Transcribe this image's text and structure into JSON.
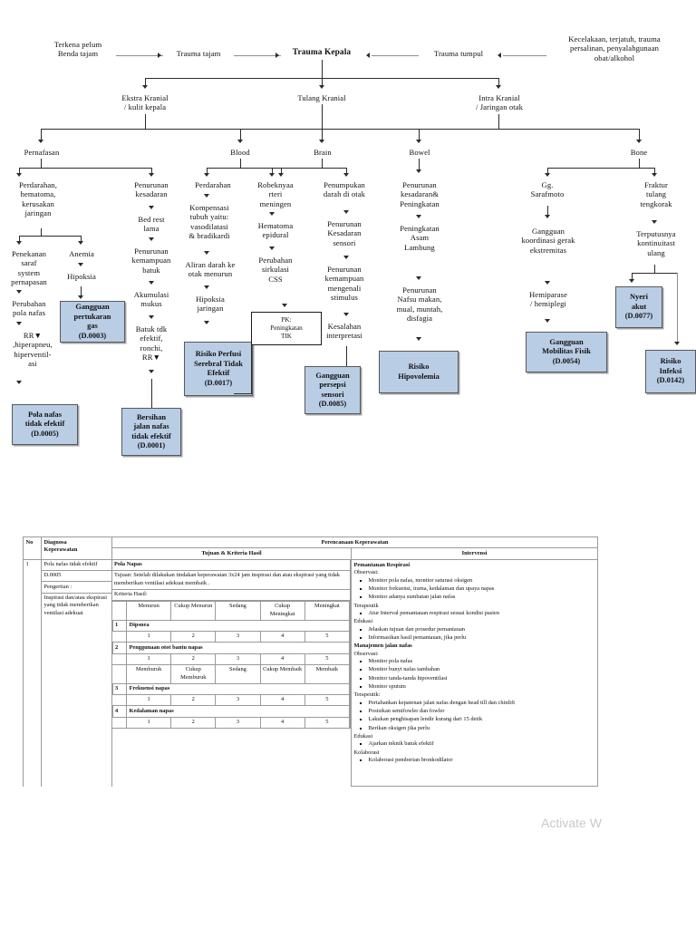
{
  "title": "Pathway Trauma Kepala",
  "flow": {
    "top": {
      "cause_left": "Terkena pelum\nBenda tajam",
      "trauma_tajam": "Trauma tajam",
      "center": "Trauma Kepala",
      "trauma_tumpul": "Trauma tumpul",
      "cause_right": "Kecelakaan, terjatuh, trauma\npersalinan, penyalahgunaan\nobat/alkohol"
    },
    "level2": [
      {
        "label": "Ekstra Kranial\n/ kulit kepala"
      },
      {
        "label": "Tulang Kranial"
      },
      {
        "label": "Intra Kranial\n/ Jaringan otak"
      }
    ],
    "systems": [
      {
        "label": "Pernafasan"
      },
      {
        "label": "Blood"
      },
      {
        "label": "Brain"
      },
      {
        "label": "Bowel"
      },
      {
        "label": "Bone"
      }
    ],
    "chain_pernafasan_a": [
      "Perdarahan,\nhematoma,\nkerusakan\njaringan",
      "Penekanan\nsaraf\nsystem\npernapasan",
      "Perubahan\npola nafas",
      "RR▼\n,hiperapneu,\nhiperventil-\nasi"
    ],
    "chain_pernafasan_b": [
      "Anemia",
      "Hipoksia"
    ],
    "chain_kesadaran": [
      "Penurunan\nkesadaran",
      "Bed rest\nlama",
      "Penurunan\nkemampuan\nbatuk",
      "Akumulasi\nmukus",
      "Batuk tdk\nefektif,\nronchi,\nRR▼"
    ],
    "chain_blood": [
      "Perdarahan",
      "Kompensasi\ntubuh yaitu:\nvasodilatasi\n& bradikardi",
      "Aliran darah ke\notak menurun",
      "Hipoksia\njaringan"
    ],
    "chain_meningen": [
      "Robeknyaa\nrteri\nmeningen",
      "Hematoma\nepidural",
      "Perubahan\nsirkulasi\nCSS"
    ],
    "chain_brain": [
      "Penumpukan\ndarah di otak",
      "Penurunan\nKesadaran\nsensori",
      "Penurunan\nkemampuan\nmengenali\nstimulus",
      "Kesalahan\ninterpretasi"
    ],
    "chain_bowel": [
      "Penurunan\nkesadaran&\nPeningkatan",
      "Peningkatan\nAsam\nLambung",
      "Penurunan\nNafsu makan,\nmual, muntah,\ndisfagia"
    ],
    "chain_bone_left": [
      "Gg.\nSarafmoto",
      "Gangguan\nkoordinasi gerak\nekstremitas",
      "Hemiparase\n/ hemiplegi"
    ],
    "chain_bone_right": [
      "Fraktur\ntulang\ntengkorak",
      "Terputusnya\nkontinuitast\nulang"
    ],
    "diagnoses": [
      {
        "name": "Pola nafas\ntidak efektif\n(D.0005)",
        "code": "D.0005"
      },
      {
        "name": "Gangguan\npertukaran\ngas\n(D.0003)",
        "code": "D.0003"
      },
      {
        "name": "Bersihan\njalan nafas\ntidak efektif\n(D.0001)",
        "code": "D.0001"
      },
      {
        "name": "Risiko Perfusi\nSerebral Tidak\nEfektif\n(D.0017)",
        "code": "D.0017"
      },
      {
        "name": "Gangguan\npersepsi\nsensori\n(D.0085)",
        "code": "D.0085"
      },
      {
        "name": "Risiko\nHipovolemia",
        "code": ""
      },
      {
        "name": "Gangguan\nMobilitas Fisik\n(D.0054)",
        "code": "D.0054"
      },
      {
        "name": "Nyeri\nakut\n(D.0077)",
        "code": "D.0077"
      },
      {
        "name": "Risiko\nInfeksi\n(D.0142)",
        "code": "D.0142"
      }
    ],
    "pk_box": "PK:\nPeningkatan\nTIK"
  },
  "table": {
    "headers": {
      "no": "No",
      "diagnosa": "Diagnosa\nKeperawatan",
      "perencanaan": "Perencanaan Keperawatan",
      "tujuan": "Tujuan & Kriteria Hasil",
      "intervensi": "Intervensi"
    },
    "row": {
      "no": "1",
      "diagnosa_title": "Pola nafas tidak efektif",
      "diagnosa_code": "D.0005",
      "pengertian_label": "Pengertian :",
      "pengertian_text": "Inspirasi dan/atau ekspirasi yang tidak memberikan ventilasi adekuat",
      "goal_title": "Pola Napas",
      "goal_text": "Tujuan:  Setelah dilakukan tindakan keperawatan 3x24 jam inspirasi dan atau ekspirasi yang tidak memberikan ventilasi adekuat membaik .",
      "criteria_label": "Kriteria Hasil:",
      "scale_a": [
        "Menurun",
        "Cukup Menurun",
        "Sedang",
        "Cukup Meningkat",
        "Meningkat"
      ],
      "scale_b": [
        "Memburuk",
        "Cukup Memburuk",
        "Sedang",
        "Cukup Membaik",
        "Membaik"
      ],
      "values": [
        "1",
        "2",
        "3",
        "4",
        "5"
      ],
      "criteria": [
        {
          "no": "1",
          "name": "Dipsnea",
          "scale": "a"
        },
        {
          "no": "2",
          "name": "Penggunaan otot bantu napas",
          "scale": "a"
        },
        {
          "no": "3",
          "name": "Frekuensi napas",
          "scale": "b"
        },
        {
          "no": "4",
          "name": "Kedalaman napas",
          "scale": "b"
        }
      ],
      "interventions": [
        {
          "title": "Pemantauan Respirasi",
          "groups": [
            {
              "label": "Observasi:",
              "items": [
                "Monitor pola nafas, monitor saturasi oksigen",
                "Monitor frekuensi, irama, kedalaman dan upaya napas",
                "Monitor adanya sumbatan jalan nafas"
              ]
            },
            {
              "label": "Terapeutik",
              "items": [
                "Atur Interval pemantauan respirasi sesuai kondisi pasien"
              ]
            },
            {
              "label": "Edukasi",
              "items": [
                "Jelaskan tujuan dan prosedur pemantauan",
                "Informasikan hasil pemantauan, jika perlu"
              ]
            }
          ]
        },
        {
          "title": "Manajemen jalan nafas",
          "groups": [
            {
              "label": "Observasi:",
              "items": [
                "Monitor pola nafas",
                "Monitor bunyi nafas tambahan",
                "Monitor tanda-tanda hipoventilasi",
                "Monitor sputum"
              ]
            },
            {
              "label": "Terapeutik:",
              "items": [
                "Pertahankan kepatenan jalan nafas dengan head till dan chinlift",
                "Posisikan semifowler dan fowler",
                "Lakukan penghisapan lendir kurang dari 15 detik",
                "Berikan oksigen jika perlu"
              ]
            },
            {
              "label": "Edukasi",
              "items": [
                "Ajarkan teknik batuk efektif"
              ]
            },
            {
              "label": "Kolaborasi",
              "items": [
                "Kolaborasi pemberian bronkodilator"
              ]
            }
          ]
        }
      ]
    }
  },
  "watermark": "Activate W"
}
